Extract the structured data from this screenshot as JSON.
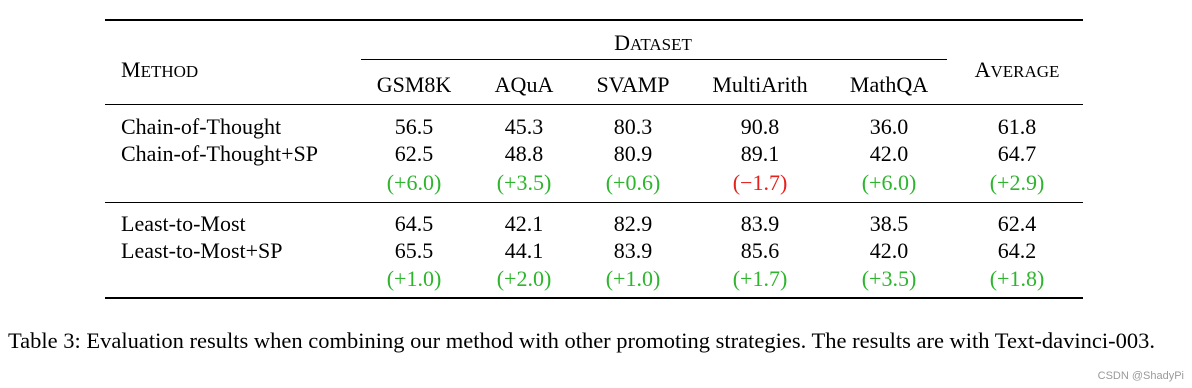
{
  "table": {
    "header": {
      "method_first": "M",
      "method_rest": "ETHOD",
      "dataset_first": "D",
      "dataset_rest": "ATASET",
      "average_first": "A",
      "average_rest": "VERAGE",
      "columns": [
        "GSM8K",
        "AQuA",
        "SVAMP",
        "MultiArith",
        "MathQA"
      ]
    },
    "groups": [
      {
        "rows": [
          {
            "method": "Chain-of-Thought",
            "values": [
              "56.5",
              "45.3",
              "80.3",
              "90.8",
              "36.0",
              "61.8"
            ]
          },
          {
            "method": "Chain-of-Thought+SP",
            "values": [
              "62.5",
              "48.8",
              "80.9",
              "89.1",
              "42.0",
              "64.7"
            ]
          }
        ],
        "deltas": [
          "(+6.0)",
          "(+3.5)",
          "(+0.6)",
          "(−1.7)",
          "(+6.0)",
          "(+2.9)"
        ],
        "delta_signs": [
          "pos",
          "pos",
          "pos",
          "neg",
          "pos",
          "pos"
        ]
      },
      {
        "rows": [
          {
            "method": "Least-to-Most",
            "values": [
              "64.5",
              "42.1",
              "82.9",
              "83.9",
              "38.5",
              "62.4"
            ]
          },
          {
            "method": "Least-to-Most+SP",
            "values": [
              "65.5",
              "44.1",
              "83.9",
              "85.6",
              "42.0",
              "64.2"
            ]
          }
        ],
        "deltas": [
          "(+1.0)",
          "(+2.0)",
          "(+1.0)",
          "(+1.7)",
          "(+3.5)",
          "(+1.8)"
        ],
        "delta_signs": [
          "pos",
          "pos",
          "pos",
          "pos",
          "pos",
          "pos"
        ]
      }
    ]
  },
  "caption": "Table 3: Evaluation results when combining our method with other promoting strategies. The results are with Text-davinci-003.",
  "watermark": "CSDN @ShadyPi",
  "colors": {
    "positive": "#2db52d",
    "negative": "#e8201c"
  }
}
